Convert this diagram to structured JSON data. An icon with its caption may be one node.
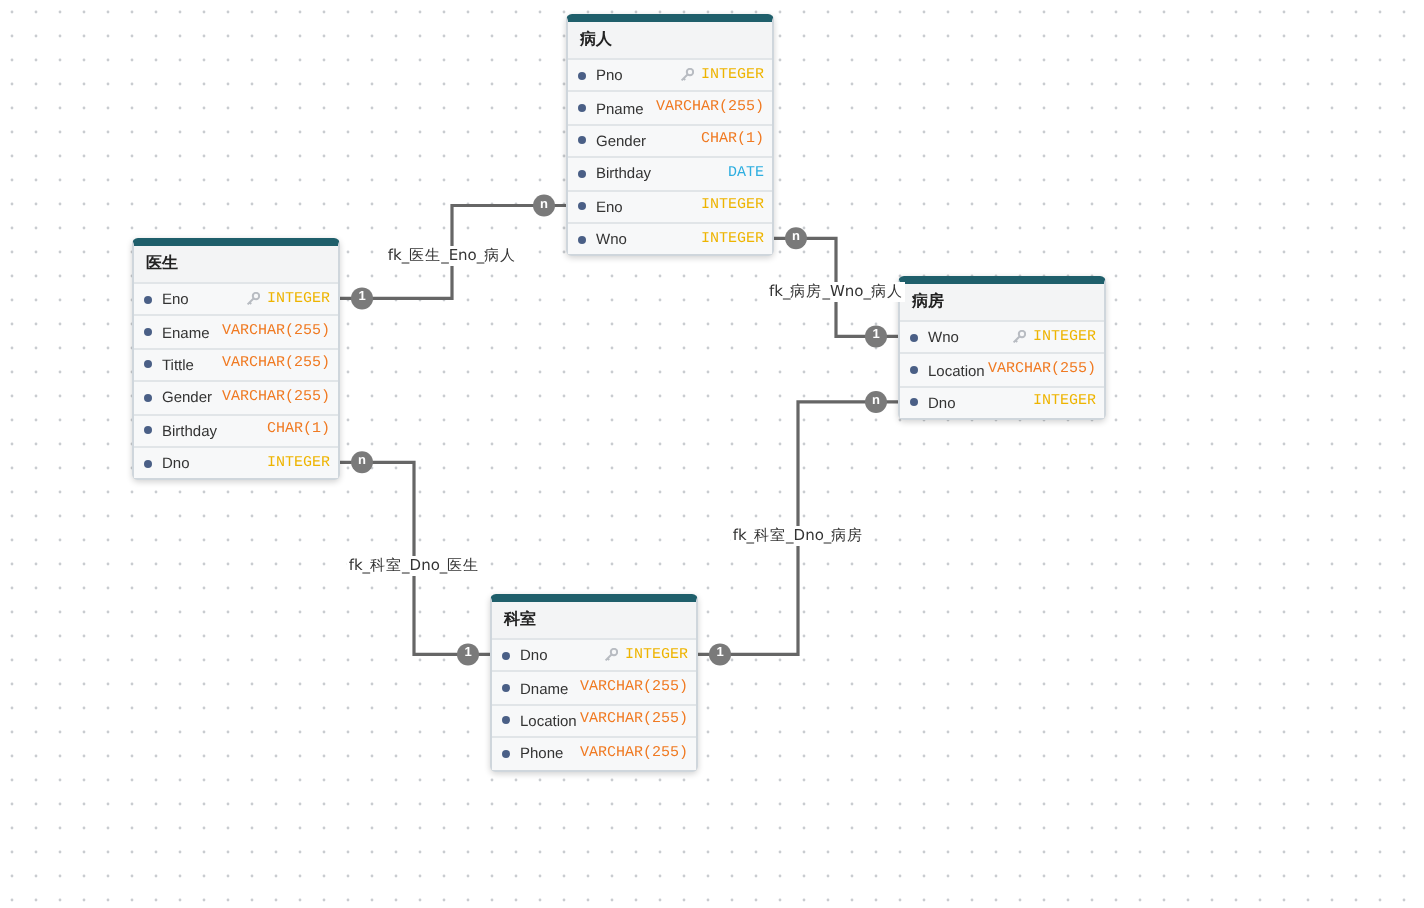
{
  "diagram": {
    "nodes": [
      {
        "text": [
          "病人"
        ]
      },
      {
        "text": [
          "Pno",
          "INTEGER"
        ],
        "in": 0
      },
      {
        "text": [
          "Pname",
          "VARCHAR(255)"
        ],
        "in": 0
      },
      {
        "text": [
          "Gender",
          "CHAR(1)"
        ],
        "in": 0
      },
      {
        "text": [
          "Birthday",
          "DATE"
        ],
        "in": 0
      },
      {
        "text": [
          "Eno",
          "INTEGER"
        ],
        "in": 0
      },
      {
        "text": [
          "Wno",
          "INTEGER"
        ],
        "in": 0
      },
      {
        "text": [
          "医生"
        ]
      },
      {
        "text": [
          "Eno",
          "INTEGER"
        ],
        "in": 7
      },
      {
        "text": [
          "Ename",
          "VARCHAR(255)"
        ],
        "in": 7
      },
      {
        "text": [
          "Tittle",
          "VARCHAR(255)"
        ],
        "in": 7
      },
      {
        "text": [
          "Gender",
          "VARCHAR(255)"
        ],
        "in": 7
      },
      {
        "text": [
          "Birthday",
          "CHAR(1)"
        ],
        "in": 7
      },
      {
        "text": [
          "Dno",
          "INTEGER"
        ],
        "in": 7
      },
      {
        "text": [
          "病房"
        ]
      },
      {
        "text": [
          "Wno",
          "INTEGER"
        ],
        "in": 14
      },
      {
        "text": [
          "Location",
          "VARCHAR(255)"
        ],
        "in": 14
      },
      {
        "text": [
          "Dno",
          "INTEGER"
        ],
        "in": 14
      },
      {
        "text": [
          "科室"
        ]
      },
      {
        "text": [
          "Dno",
          "INTEGER"
        ],
        "in": 18
      },
      {
        "text": [
          "Dname",
          "VARCHAR(255)"
        ],
        "in": 18
      },
      {
        "text": [
          "Location",
          "VARCHAR(255)"
        ],
        "in": 18
      },
      {
        "text": [
          "Phone",
          "VARCHAR(255)"
        ],
        "in": 18
      }
    ],
    "edges": [
      {
        "from": 5,
        "to": 8,
        "arrow": "other",
        "label": "fk_医生_Eno_病人"
      },
      {
        "from": 6,
        "to": 15,
        "arrow": "other",
        "label": "fk_病房_Wno_病人"
      },
      {
        "from": 13,
        "to": 19,
        "arrow": "other",
        "label": "fk_科室_Dno_医生"
      },
      {
        "from": 17,
        "to": 19,
        "arrow": "other",
        "label": "fk_科室_Dno_病房"
      }
    ],
    "labels": [
      "n",
      "n",
      "1",
      "1",
      "n",
      "n",
      "1",
      "1"
    ]
  }
}
